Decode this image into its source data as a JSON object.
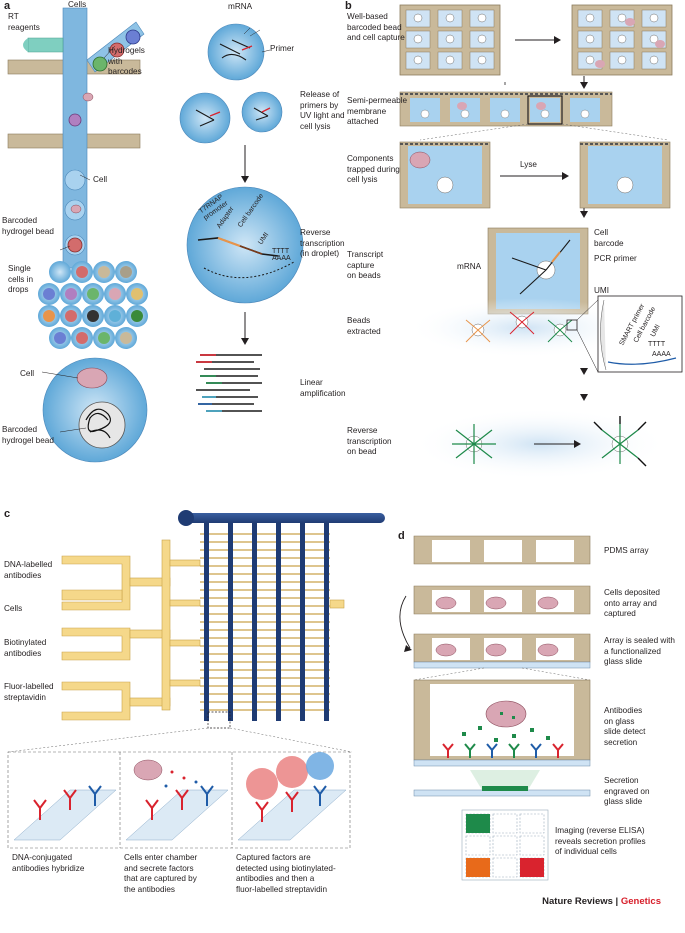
{
  "panel_a": {
    "letter": "a",
    "cells": "Cells",
    "rt_reagents": "RT\nreagents",
    "hydrogels_with_barcodes": "Hydrogels\nwith\nbarcodes",
    "cell": "Cell",
    "barcoded_hydrogel_bead": "Barcoded\nhydrogel bead",
    "single_cells_in_drops": "Single\ncells in\ndrops",
    "cell_zoom": "Cell",
    "barcoded_hydrogel_bead_zoom": "Barcoded\nhydrogel bead",
    "mrna": "mRNA",
    "primer": "Primer",
    "release_of_primers": "Release of\nprimers by\nUV light and\ncell lysis",
    "t7_promoter": "T7RNAP\npromoter",
    "adapter": "Adapter",
    "cell_barcode": "Cell barcode",
    "umi": "UMI",
    "polyA": "TTTT\nAAAA",
    "reverse_transcription": "Reverse\ntranscription\n(in droplet)",
    "linear_amplification": "Linear\namplification"
  },
  "panel_b": {
    "letter": "b",
    "well_based": "Well-based\nbarcoded bead\nand cell capture",
    "membrane": "Semi-permeable\nmembrane\nattached",
    "components_trapped": "Components\ntrapped during\ncell lysis",
    "lyse": "Lyse",
    "transcript_capture": "Transcript\ncapture\non beads",
    "mrna": "mRNA",
    "cell_barcode": "Cell\nbarcode",
    "pcr_primer": "PCR primer",
    "umi": "UMI",
    "beads_extracted": "Beads\nextracted",
    "smart_primer": "SMART primer",
    "cell_barcode_inset": "Cell barcode",
    "umi_inset": "UMI",
    "ttt_inset": "TTTT",
    "aaa_inset": "AAAA",
    "reverse_transcription_on_bead": "Reverse\ntranscription\non bead"
  },
  "panel_c": {
    "letter": "c",
    "dna_labelled_antibodies": "DNA-labelled\nantibodies",
    "cells": "Cells",
    "biotinylated_antibodies": "Biotinylated\nantibodies",
    "fluor_labelled_streptavidin": "Fluor-labelled\nstreptavidin",
    "caption_1": "DNA-conjugated\nantibodies hybridize",
    "caption_2": "Cells enter chamber\nand secrete factors\nthat are captured by\nthe antibodies",
    "caption_3": "Captured factors are\ndetected using biotinylated-\nantibodies and then a\nfluor-labelled streptavidin"
  },
  "panel_d": {
    "letter": "d",
    "pdms_array": "PDMS array",
    "cells_deposited": "Cells deposited\nonto array and\ncaptured",
    "array_sealed": "Array is sealed with\na functionalized\nglass slide",
    "antibodies_detect": "Antibodies\non glass\nslide detect\nsecretion",
    "secretion_engraved": "Secretion\nengraved on\nglass slide",
    "imaging": "Imaging  (reverse ELISA)\nreveals secretion profiles\nof individual cells"
  },
  "footer": {
    "journal": "Nature Reviews",
    "separator": "|",
    "section": "Genetics"
  },
  "colors": {
    "blue_fluid": "#8fc3e6",
    "tan_channel": "#c9b99a",
    "yellow_channel": "#f5d88a",
    "navy_channel": "#1f3b73",
    "green_spot": "#1e8a4a",
    "orange_spot": "#e86a1a",
    "red_spot": "#d9232e",
    "cell_pink": "#d9a6b4"
  }
}
